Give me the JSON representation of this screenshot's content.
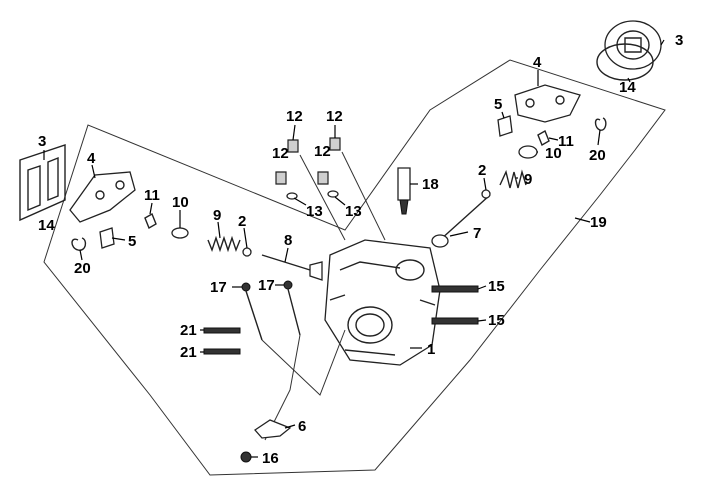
{
  "callouts": [
    {
      "id": "c1",
      "text": "1"
    },
    {
      "id": "c2a",
      "text": "2"
    },
    {
      "id": "c2b",
      "text": "2"
    },
    {
      "id": "c3a",
      "text": "3"
    },
    {
      "id": "c3b",
      "text": "3"
    },
    {
      "id": "c4a",
      "text": "4"
    },
    {
      "id": "c4b",
      "text": "4"
    },
    {
      "id": "c5a",
      "text": "5"
    },
    {
      "id": "c5b",
      "text": "5"
    },
    {
      "id": "c6",
      "text": "6"
    },
    {
      "id": "c7",
      "text": "7"
    },
    {
      "id": "c8",
      "text": "8"
    },
    {
      "id": "c9a",
      "text": "9"
    },
    {
      "id": "c9b",
      "text": "9"
    },
    {
      "id": "c10a",
      "text": "10"
    },
    {
      "id": "c10b",
      "text": "10"
    },
    {
      "id": "c11a",
      "text": "11"
    },
    {
      "id": "c11b",
      "text": "11"
    },
    {
      "id": "c12a",
      "text": "12"
    },
    {
      "id": "c12b",
      "text": "12"
    },
    {
      "id": "c12c",
      "text": "12"
    },
    {
      "id": "c12d",
      "text": "12"
    },
    {
      "id": "c13a",
      "text": "13"
    },
    {
      "id": "c13b",
      "text": "13"
    },
    {
      "id": "c14a",
      "text": "14"
    },
    {
      "id": "c14b",
      "text": "14"
    },
    {
      "id": "c15a",
      "text": "15"
    },
    {
      "id": "c15b",
      "text": "15"
    },
    {
      "id": "c16",
      "text": "16"
    },
    {
      "id": "c17a",
      "text": "17"
    },
    {
      "id": "c17b",
      "text": "17"
    },
    {
      "id": "c18",
      "text": "18"
    },
    {
      "id": "c19",
      "text": "19"
    },
    {
      "id": "c20a",
      "text": "20"
    },
    {
      "id": "c20b",
      "text": "20"
    },
    {
      "id": "c21a",
      "text": "21"
    },
    {
      "id": "c21b",
      "text": "21"
    }
  ]
}
